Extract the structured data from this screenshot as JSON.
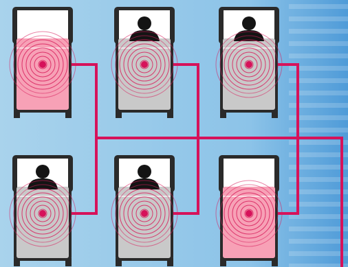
{
  "colors": {
    "background_left": "#a9d3ec",
    "background_right": "#4f9bd8",
    "wire": "#d6125a",
    "bed_frame": "#2a2a2a",
    "headboard": "#ffffff",
    "blanket_empty": "#f7a1b6",
    "blanket_occupied": "#c9c9c9",
    "person": "#141414",
    "ring": "#d81d5c"
  },
  "beds": [
    {
      "id": "bed-top-left",
      "occupied": false
    },
    {
      "id": "bed-top-middle",
      "occupied": true
    },
    {
      "id": "bed-top-right",
      "occupied": true
    },
    {
      "id": "bed-bottom-left",
      "occupied": true
    },
    {
      "id": "bed-bottom-middle",
      "occupied": true
    },
    {
      "id": "bed-bottom-right",
      "occupied": false
    }
  ]
}
